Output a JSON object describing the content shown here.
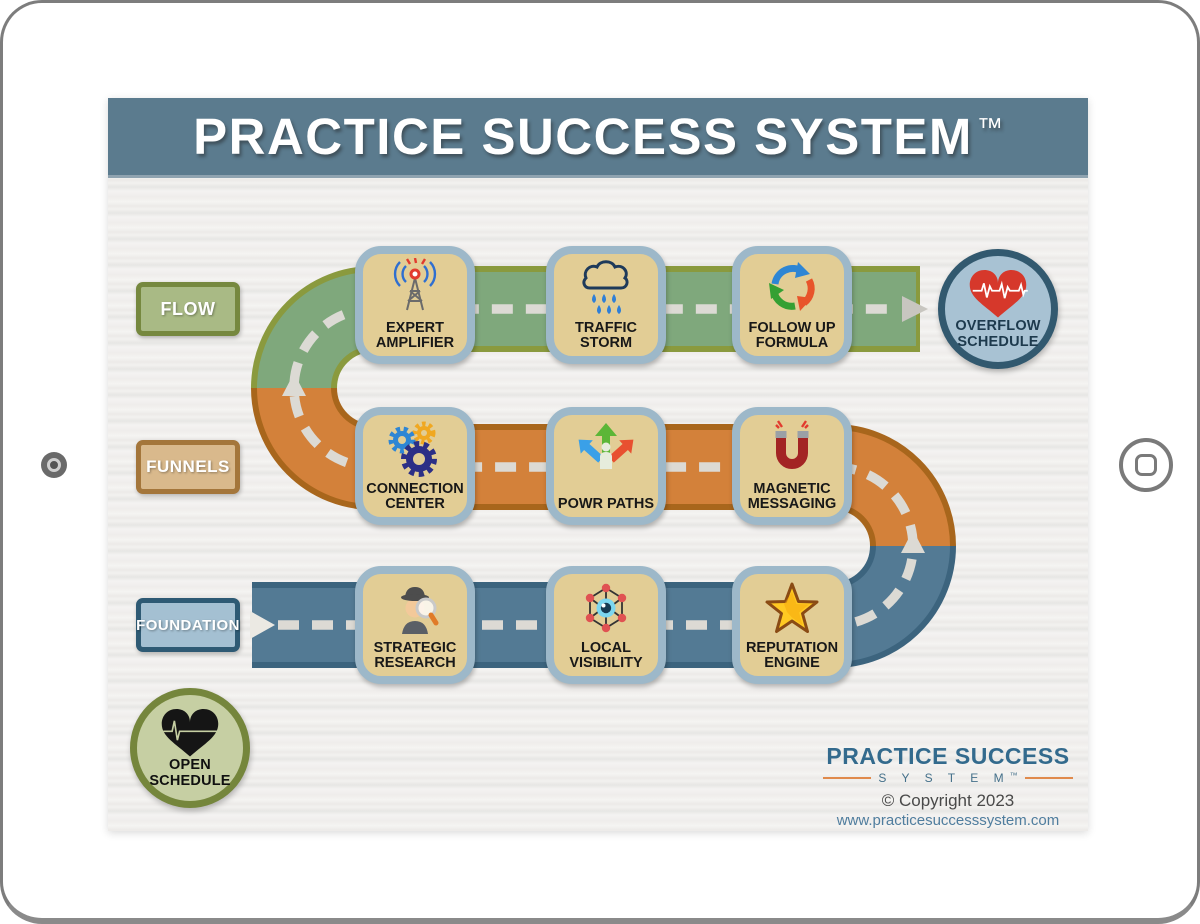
{
  "header": {
    "title": "PRACTICE SUCCESS SYSTEM",
    "trademark": "™",
    "bg_color": "#5b7b8e"
  },
  "rows": [
    {
      "label": "FLOW",
      "road_color": "#7fa87c",
      "border_color": "#8a9a3e",
      "label_bg": "#a9ba85"
    },
    {
      "label": "FUNNELS",
      "road_color": "#d3813a",
      "border_color": "#a8661c",
      "label_bg": "#d9b98c"
    },
    {
      "label": "FOUNDATION",
      "road_color": "#537a94",
      "border_color": "#3c647e",
      "label_bg": "#a4c0d2"
    }
  ],
  "cards": [
    {
      "row": "FLOW",
      "label": "EXPERT\nAMPLIFIER",
      "icon": "broadcast-tower-icon"
    },
    {
      "row": "FLOW",
      "label": "TRAFFIC\nSTORM",
      "icon": "rain-cloud-icon"
    },
    {
      "row": "FLOW",
      "label": "FOLLOW UP\nFORMULA",
      "icon": "cycle-arrows-icon"
    },
    {
      "row": "FUNNELS",
      "label": "CONNECTION\nCENTER",
      "icon": "gears-icon"
    },
    {
      "row": "FUNNELS",
      "label": "POWR PATHS",
      "icon": "person-arrows-icon"
    },
    {
      "row": "FUNNELS",
      "label": "MAGNETIC\nMESSAGING",
      "icon": "magnet-icon"
    },
    {
      "row": "FOUNDATION",
      "label": "STRATEGIC\nRESEARCH",
      "icon": "detective-icon"
    },
    {
      "row": "FOUNDATION",
      "label": "LOCAL\nVISIBILITY",
      "icon": "eye-network-icon"
    },
    {
      "row": "FOUNDATION",
      "label": "REPUTATION\nENGINE",
      "icon": "star-icon"
    }
  ],
  "badges": {
    "overflow": {
      "label": "OVERFLOW\nSCHEDULE",
      "icon": "heartbeat-heart-icon",
      "bg": "#a8c2d3",
      "border": "#32596f",
      "heart_color": "#d6382b"
    },
    "open": {
      "label": "OPEN\nSCHEDULE",
      "icon": "flatline-heart-icon",
      "bg": "#c6cfa3",
      "border": "#75863c",
      "heart_color": "#151515"
    }
  },
  "footer": {
    "brand": "PRACTICE SUCCESS",
    "brand_sub": "S Y S T E M",
    "brand_tm": "™",
    "copyright": "© Copyright 2023",
    "website": "www.practicesuccesssystem.com"
  }
}
